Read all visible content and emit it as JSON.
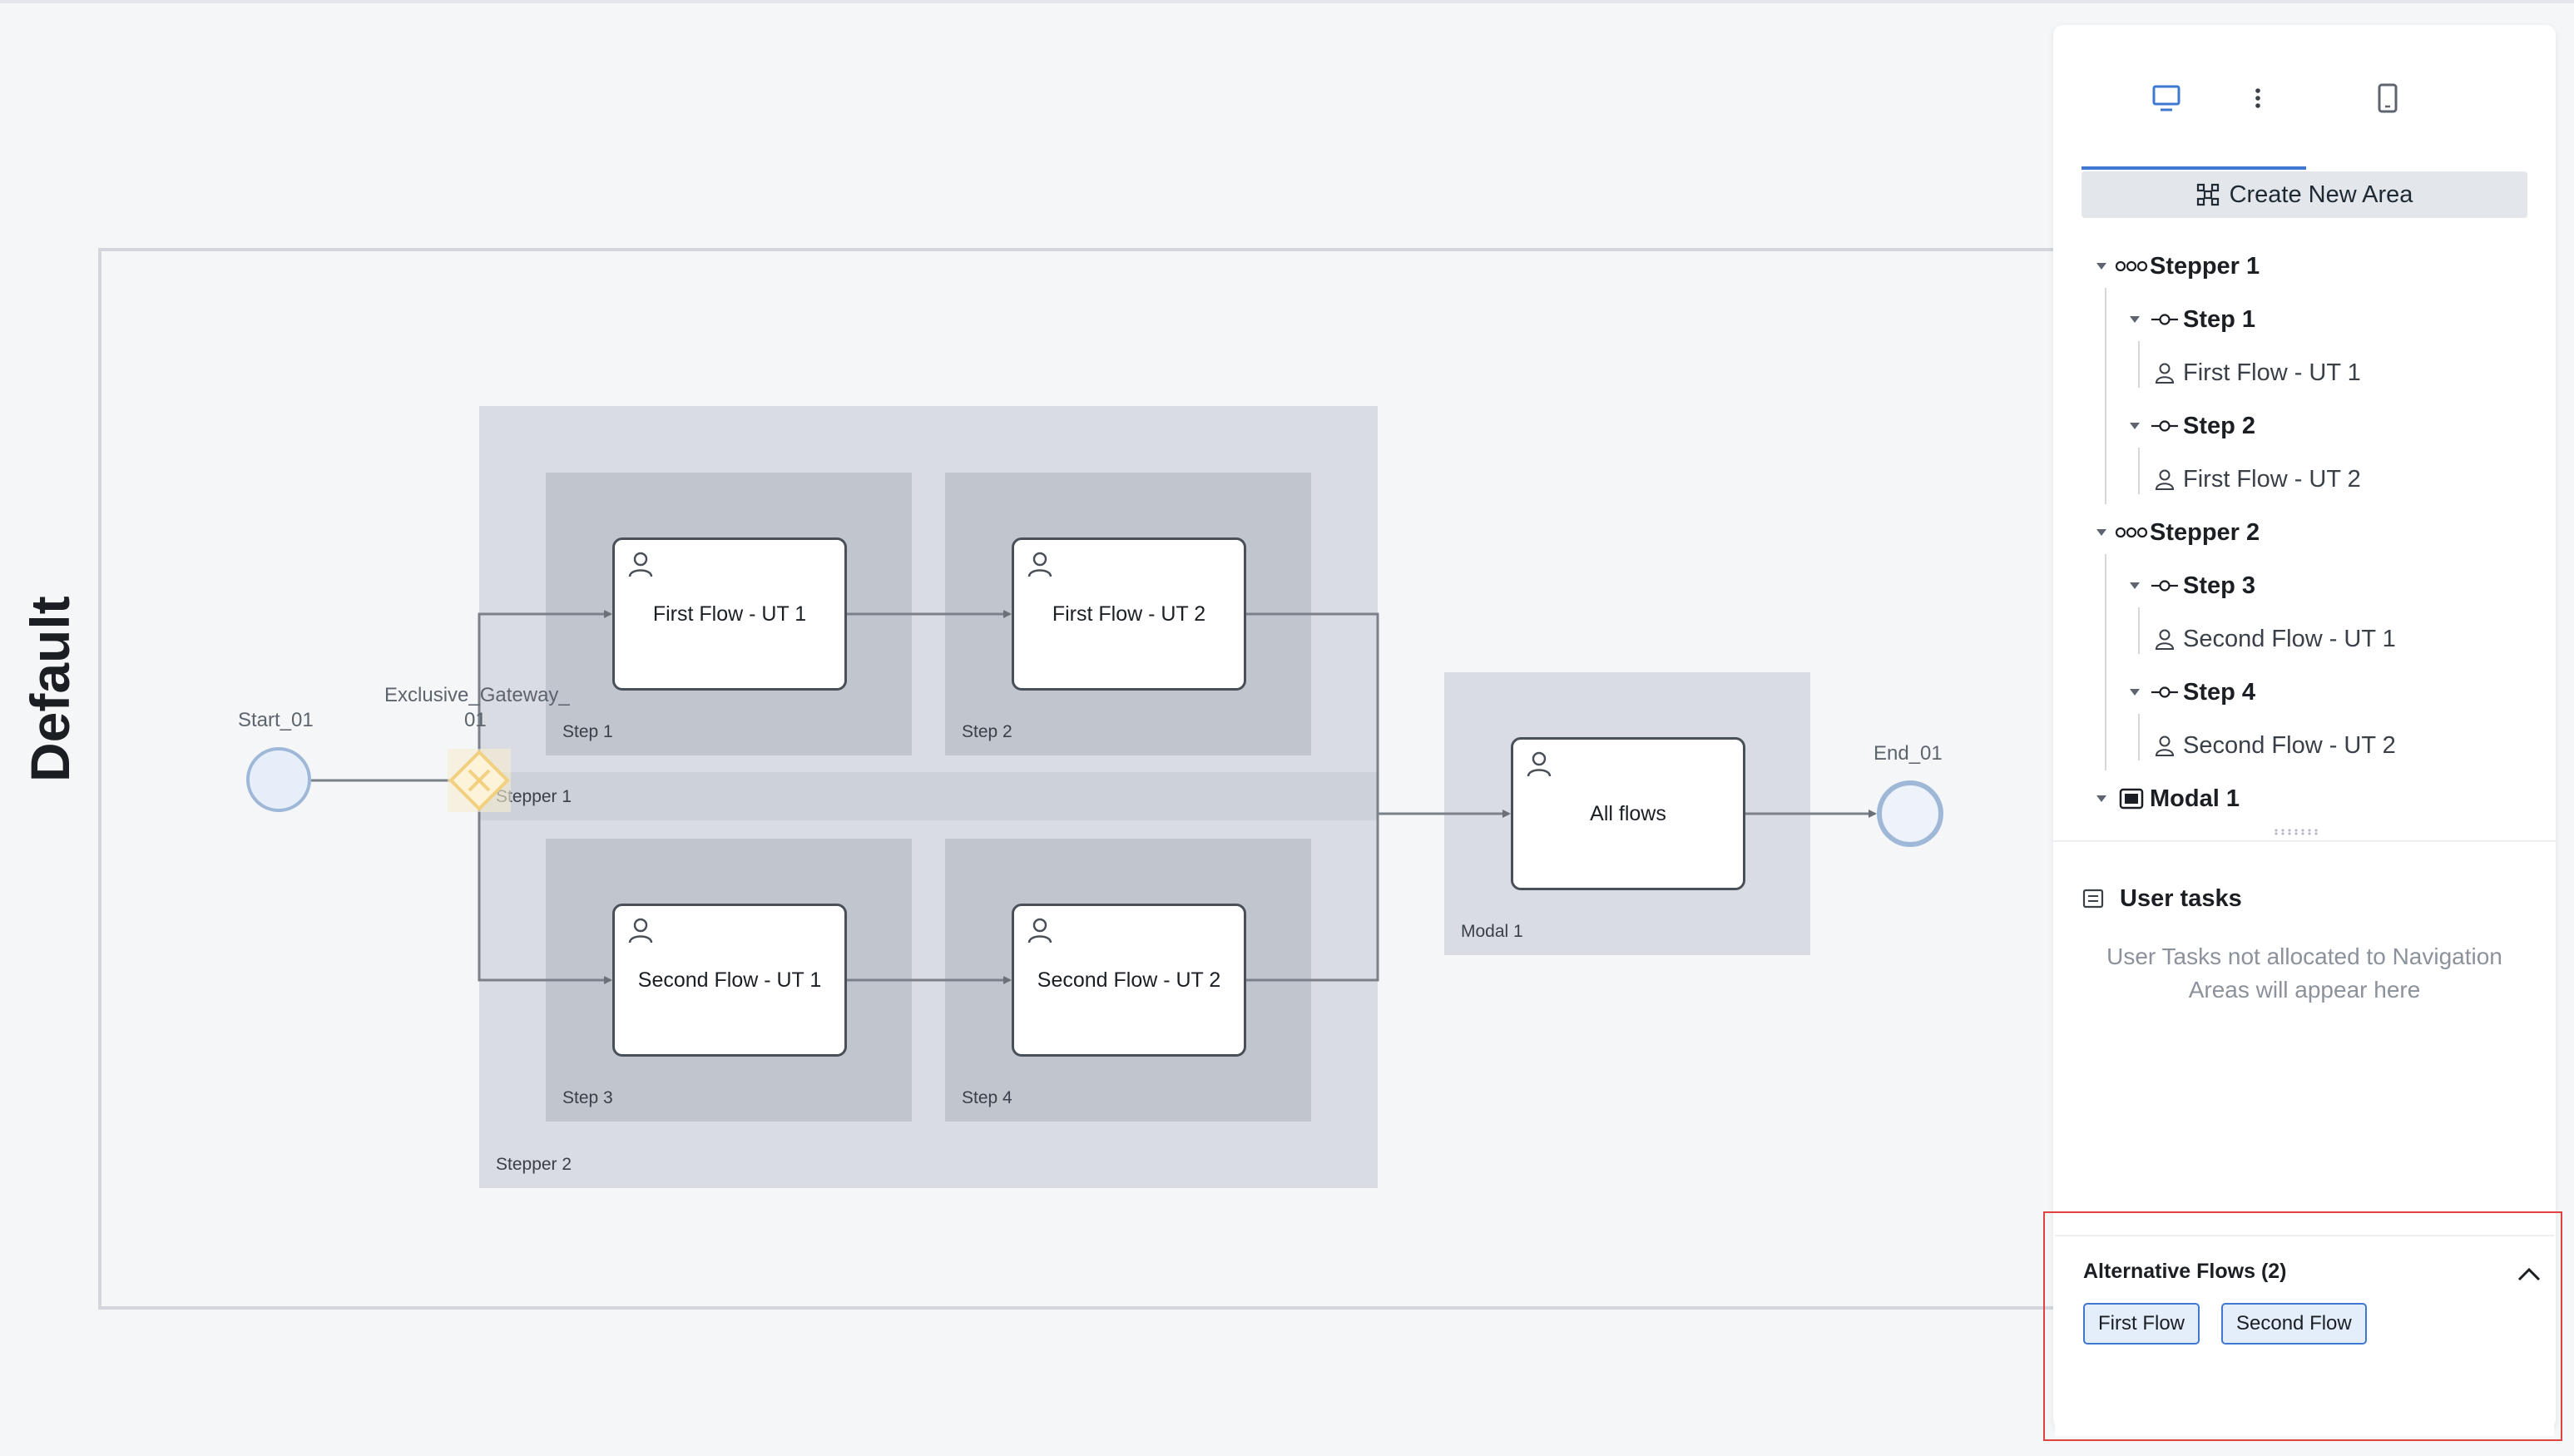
{
  "canvas": {
    "pool_label": "Default",
    "start_label": "Start_01",
    "gateway_label_line1": "Exclusive_Gateway_",
    "gateway_label_line2": "01",
    "end_label": "End_01",
    "stepper1_label": "Stepper 1",
    "stepper2_label": "Stepper 2",
    "modal1_label": "Modal 1",
    "steps": [
      {
        "label": "Step 1",
        "task": "First Flow - UT 1"
      },
      {
        "label": "Step 2",
        "task": "First Flow - UT 2"
      },
      {
        "label": "Step 3",
        "task": "Second Flow - UT 1"
      },
      {
        "label": "Step 4",
        "task": "Second Flow - UT 2"
      }
    ],
    "modal_task": "All flows",
    "colors": {
      "gateway": "#f2d080",
      "event": "#9fb8d8",
      "task_border": "#4a5058"
    }
  },
  "panel": {
    "tabs": [
      {
        "name": "desktop-view",
        "icon": "monitor-icon",
        "active": true
      },
      {
        "name": "more",
        "icon": "more-vertical-icon",
        "active": false
      },
      {
        "name": "mobile-view",
        "icon": "mobile-icon",
        "active": false
      }
    ],
    "create_area_label": "Create New Area",
    "tree": {
      "stepper1": "Stepper 1",
      "step1": "Step 1",
      "step1_task": "First Flow - UT 1",
      "step2": "Step 2",
      "step2_task": "First Flow - UT 2",
      "stepper2": "Stepper 2",
      "step3": "Step 3",
      "step3_task": "Second Flow - UT 1",
      "step4": "Step 4",
      "step4_task": "Second Flow - UT 2",
      "modal": "Modal 1"
    },
    "user_tasks": {
      "title": "User tasks",
      "empty_text": "User Tasks not allocated to Navigation Areas will appear here"
    },
    "alternative_flows": {
      "title": "Alternative Flows (2)",
      "chips": [
        "First Flow",
        "Second Flow"
      ]
    },
    "accent_color": "#3f78d0",
    "highlight_color": "#e0423e"
  }
}
